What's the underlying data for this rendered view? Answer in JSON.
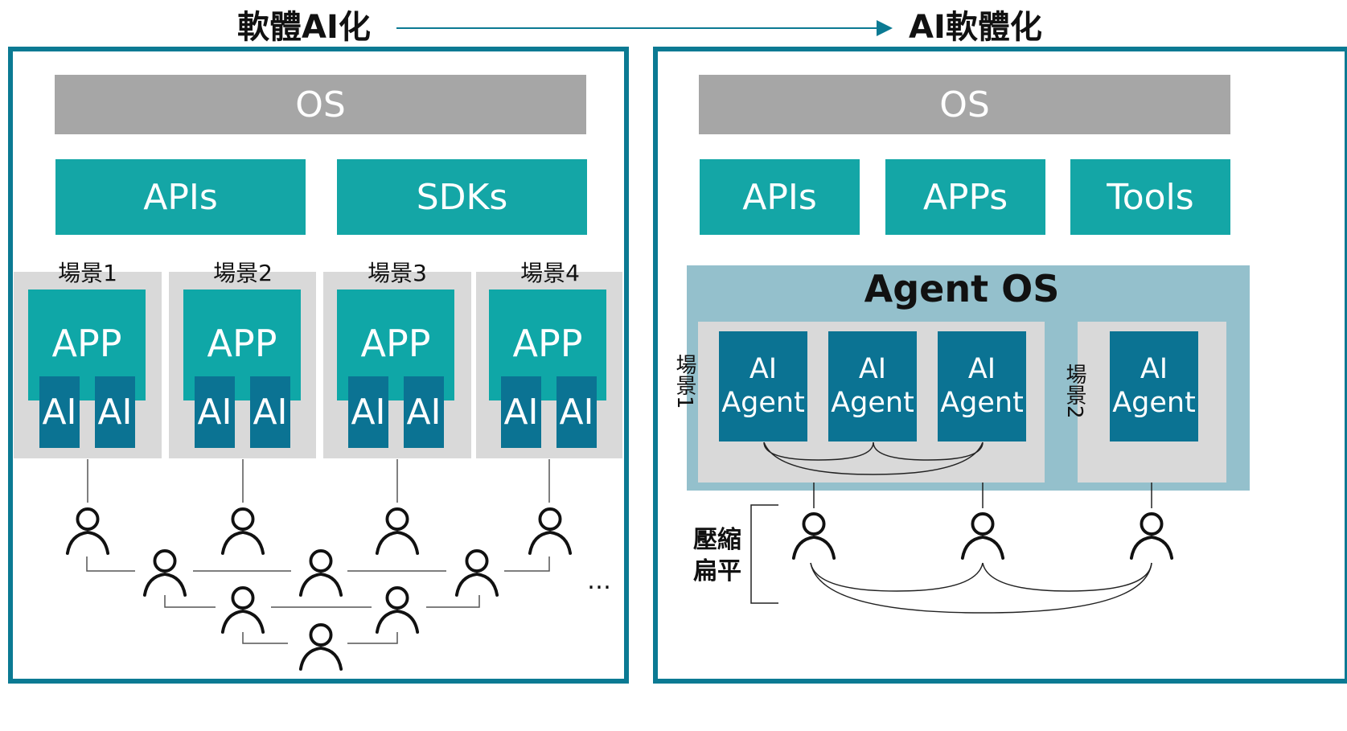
{
  "titles": {
    "left": "軟體AI化",
    "right": "AI軟體化"
  },
  "left": {
    "os": "OS",
    "apis": "APIs",
    "sdks": "SDKs",
    "scenes": [
      {
        "label": "場景1",
        "app": "APP",
        "ai": [
          "AI",
          "AI"
        ]
      },
      {
        "label": "場景2",
        "app": "APP",
        "ai": [
          "AI",
          "AI"
        ]
      },
      {
        "label": "場景3",
        "app": "APP",
        "ai": [
          "AI",
          "AI"
        ]
      },
      {
        "label": "場景4",
        "app": "APP",
        "ai": [
          "AI",
          "AI"
        ]
      }
    ],
    "ellipsis": "…"
  },
  "right": {
    "os": "OS",
    "apis": "APIs",
    "apps": "APPs",
    "tools": "Tools",
    "agent_os": "Agent OS",
    "scene1_label": "場景1",
    "scene2_label": "場景2",
    "agent_lines": [
      "AI",
      "Agent"
    ],
    "compress_lines": [
      "壓縮",
      "扁平"
    ]
  },
  "colors": {
    "panel_border": "#0b7a93",
    "os_gray": "#a6a6a6",
    "teal": "#14a6a6",
    "ai_blue": "#0b7393",
    "agent_os_bg": "#94c0cc",
    "scene_gray": "#d9d9d9"
  }
}
